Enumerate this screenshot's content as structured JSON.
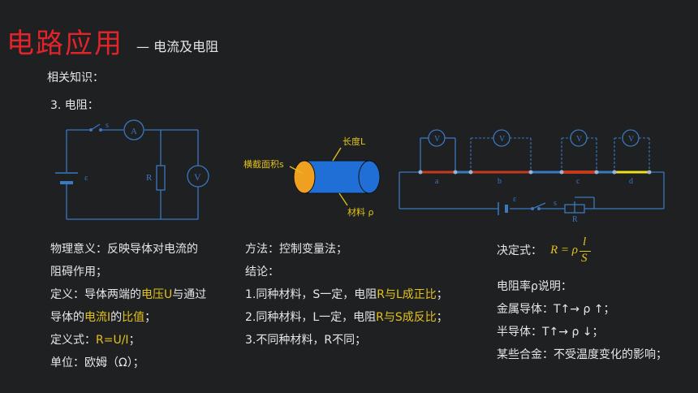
{
  "header": {
    "title": "电路应用",
    "subtitle": "— 电流及电阻"
  },
  "intro": {
    "related": "相关知识：",
    "section": "3. 电阻："
  },
  "diagrams": {
    "circuit1": {
      "s": "s",
      "ammeter": "A",
      "voltmeter": "V",
      "resistor": "R",
      "emf": "ε"
    },
    "wire": {
      "length": "长度L",
      "area": "横截面积s",
      "material": "材料 ρ"
    },
    "circuit2": {
      "voltmeter": "V",
      "a": "a",
      "b": "b",
      "c": "c",
      "d": "d",
      "emf": "ε",
      "s": "s",
      "r": "R"
    }
  },
  "col1": {
    "p1a": "物理意义：反映导体对电流的",
    "p1b": "阻碍作用；",
    "p2a_pre": "定义：导体两端的",
    "p2a_hl": "电压U",
    "p2a_post": "与通过",
    "p2b_pre": "导体的",
    "p2b_hl1": "电流I",
    "p2b_mid": "的",
    "p2b_hl2": "比值",
    "p2b_post": "；",
    "p3_pre": "定义式：",
    "p3_hl": "R=U/I",
    "p3_post": "；",
    "p4": "单位：欧姆（Ω）；"
  },
  "col2": {
    "method": "方法：控制变量法；",
    "conclusion": "结论：",
    "c1_pre": "1.同种材料，S一定，电阻",
    "c1_hl": "R与L成正比",
    "c1_post": "；",
    "c2_pre": "2.同种材料，L一定，电阻",
    "c2_hl": "R与S成反比",
    "c2_post": "；",
    "c3": "3.不同种材料，R不同；"
  },
  "col3": {
    "formula_label": "决定式：",
    "formula_lhs": "R = ρ",
    "formula_num": "l",
    "formula_den": "S",
    "rho_desc": "电阻率ρ说明：",
    "metal": "金属导体：T↑→  ρ ↑；",
    "semi": "半导体：T↑→  ρ ↓；",
    "alloy": "某些合金：不受温度变化的影响；"
  },
  "colors": {
    "title": "#e0242a",
    "highlight": "#e6c21c",
    "diagram": "#3a78c2"
  }
}
